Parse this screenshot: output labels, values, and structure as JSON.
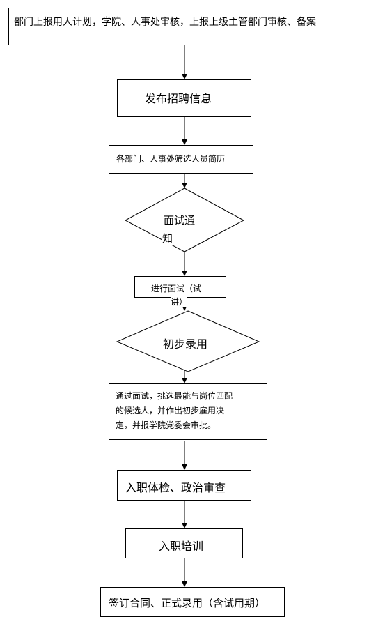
{
  "flow": {
    "step1": "部门上报用人计划，学院、人事处审核，上报上级主管部门审核、备案",
    "step2": "发布招聘信息",
    "step3": "各部门、人事处筛选人员简历",
    "decision1_line1": "面试通",
    "decision1_line2": "知",
    "step4_line1": "进行面试（试",
    "step4_line2": "讲）",
    "decision2": "初步录用",
    "step5_line1": "通过面试，挑选最能与岗位匹配",
    "step5_line2": "的候选人，并作出初步雇用决",
    "step5_line3": "定，并报学院党委会审批。",
    "step6": "入职体检、政治审查",
    "step7": "入职培训",
    "step8": "签订合同、正式录用（含试用期）"
  }
}
